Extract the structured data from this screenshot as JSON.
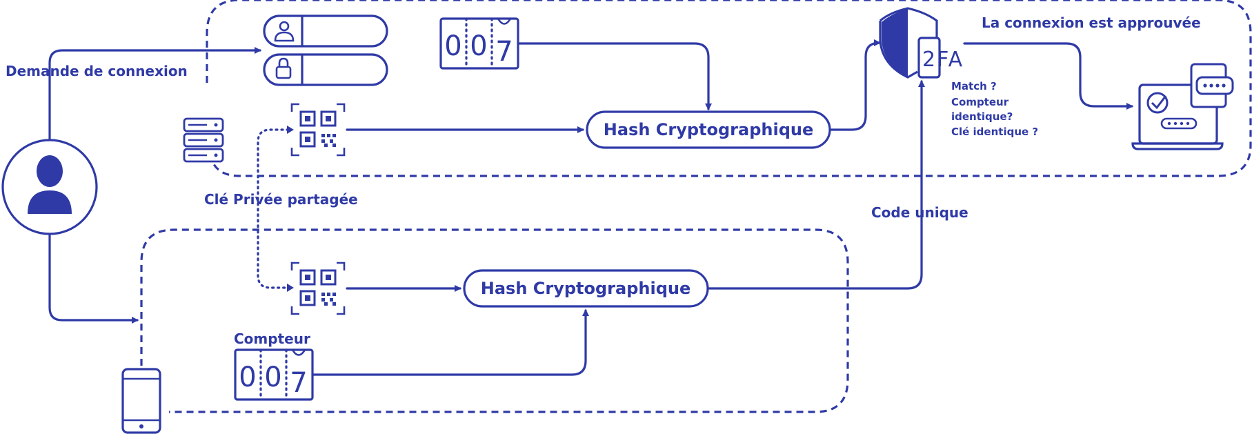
{
  "labels": {
    "connection_request": "Demande de connexion",
    "shared_private_key": "Clé Privée partagée",
    "counter": "Compteur",
    "unique_code": "Code unique",
    "connection_approved": "La connexion est approuvée",
    "hash_server": "Hash Cryptographique",
    "hash_phone": "Hash Cryptographique",
    "check_match": "Match ?",
    "check_counter": "Compteur",
    "check_counter_2": "identique?",
    "check_key": "Clé identique ?",
    "twofa": "2FA"
  },
  "counters": {
    "server": [
      "0",
      "0",
      "7"
    ],
    "phone": [
      "0",
      "0",
      "7"
    ]
  },
  "icons": [
    "user-icon",
    "lock-icon",
    "server-icon",
    "qr-code-icon",
    "shield-icon",
    "smartphone-icon",
    "laptop-check-icon",
    "chat-bubble-icon"
  ],
  "colors": {
    "accent": "#2f3aa6",
    "background": "#ffffff"
  }
}
